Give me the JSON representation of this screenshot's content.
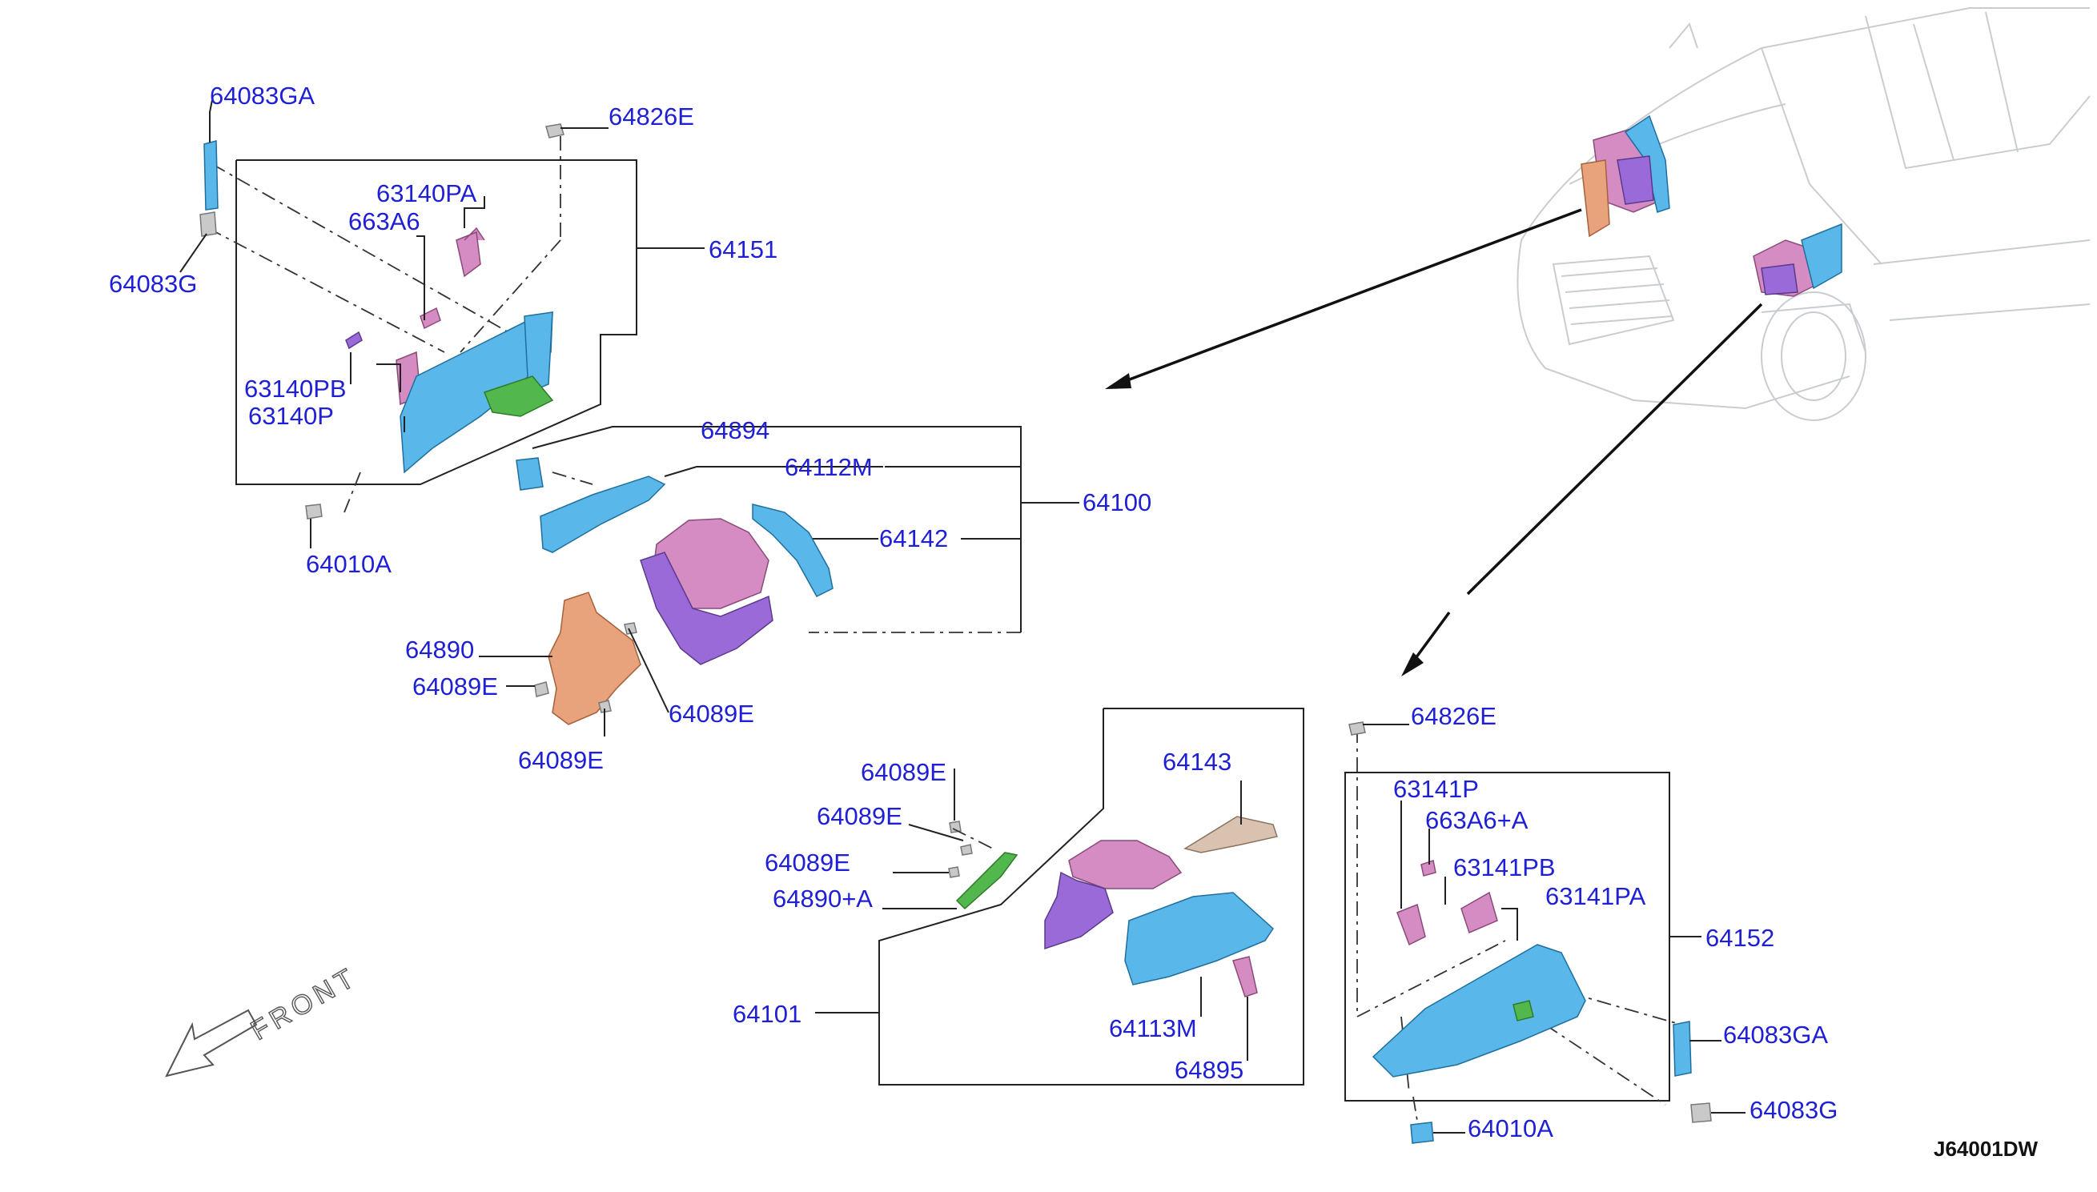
{
  "diagram_code": "J64001DW",
  "front_label": "FRONT",
  "colors": {
    "label": "#1f1fd6",
    "blue_part": "#59b7ea",
    "pink_part": "#d48cc2",
    "purple_part": "#9b6ad9",
    "orange_part": "#e8a37c",
    "green_part": "#52b84d"
  },
  "callouts": {
    "c64083ga_l": "64083GA",
    "c64826e_l": "64826E",
    "c63140pa": "63140PA",
    "c663a6": "663A6",
    "c64151": "64151",
    "c64083g_l": "64083G",
    "c63140pb": "63140PB",
    "c63140p": "63140P",
    "c64894": "64894",
    "c64112m": "64112M",
    "c64100": "64100",
    "c64142": "64142",
    "c64010a_l": "64010A",
    "c64890": "64890",
    "c64089e_a": "64089E",
    "c64089e_b": "64089E",
    "c64089e_c": "64089E",
    "c64826e_r": "64826E",
    "c64143": "64143",
    "c64089e_d": "64089E",
    "c64089e_e": "64089E",
    "c64089e_f": "64089E",
    "c64890a": "64890+A",
    "c63141p": "63141P",
    "c663a6a": "663A6+A",
    "c63141pb": "63141PB",
    "c63141pa": "63141PA",
    "c64152": "64152",
    "c64101": "64101",
    "c64113m": "64113M",
    "c64895": "64895",
    "c64083ga_r": "64083GA",
    "c64083g_r": "64083G",
    "c64010a_r": "64010A"
  }
}
